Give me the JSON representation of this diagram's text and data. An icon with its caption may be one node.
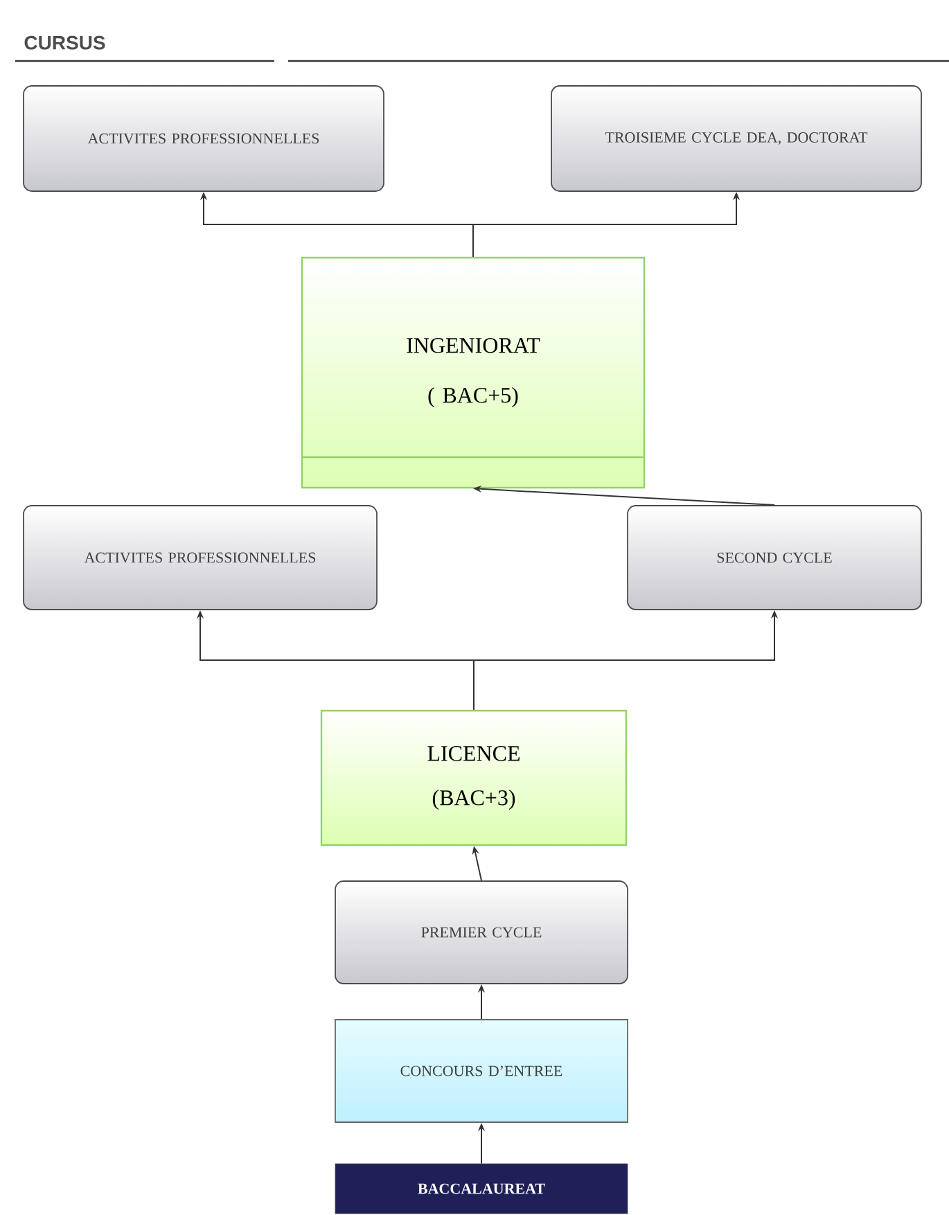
{
  "diagram": {
    "title": "CURSUS",
    "nodes": [
      {
        "text": [
          "ACTIVITES PROFESSIONNELLES"
        ]
      },
      {
        "text": [
          "TROISIEME CYCLE DEA, DOCTORAT"
        ]
      },
      {
        "text": [
          "INGENIORAT",
          "( BAC+5)"
        ]
      },
      {
        "text": [
          "ACTIVITES PROFESSIONNELLES"
        ]
      },
      {
        "text": [
          "SECOND CYCLE"
        ]
      },
      {
        "text": [
          "LICENCE",
          "(BAC+3)"
        ]
      },
      {
        "text": [
          "PREMIER CYCLE"
        ]
      },
      {
        "text": [
          "CONCOURS D’ENTREE"
        ]
      },
      {
        "text": [
          "BACCALAUREAT"
        ]
      }
    ],
    "edges": [
      {
        "from": 2,
        "to": 0,
        "arrow": "to"
      },
      {
        "from": 2,
        "to": 1,
        "arrow": "to"
      },
      {
        "from": 4,
        "to": 2,
        "arrow": "to"
      },
      {
        "from": 5,
        "to": 3,
        "arrow": "to"
      },
      {
        "from": 5,
        "to": 4,
        "arrow": "to"
      },
      {
        "from": 6,
        "to": 5,
        "arrow": "to"
      },
      {
        "from": 7,
        "to": 6,
        "arrow": "to"
      },
      {
        "from": 8,
        "to": 7,
        "arrow": "to"
      }
    ]
  }
}
